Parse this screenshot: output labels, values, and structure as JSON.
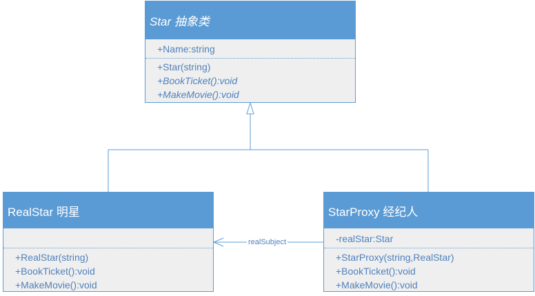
{
  "star": {
    "title": "Star 抽象类",
    "attributes": [
      "+Name:string"
    ],
    "operations": [
      "+Star(string)",
      "+BookTicket():void",
      "+MakeMovie():void"
    ]
  },
  "realstar": {
    "title": "RealStar 明星",
    "attributes": [],
    "operations": [
      "+RealStar(string)",
      "+BookTicket():void",
      "+MakeMovie():void"
    ]
  },
  "starproxy": {
    "title": "StarProxy 经纪人",
    "attributes": [
      "-realStar:Star"
    ],
    "operations": [
      "+StarProxy(string,RealStar)",
      "+BookTicket():void",
      "+MakeMovie():void"
    ]
  },
  "association": {
    "label": "realSubject"
  },
  "colors": {
    "header": "#5b9bd5",
    "body": "#efefef",
    "text": "#4f81bd"
  }
}
